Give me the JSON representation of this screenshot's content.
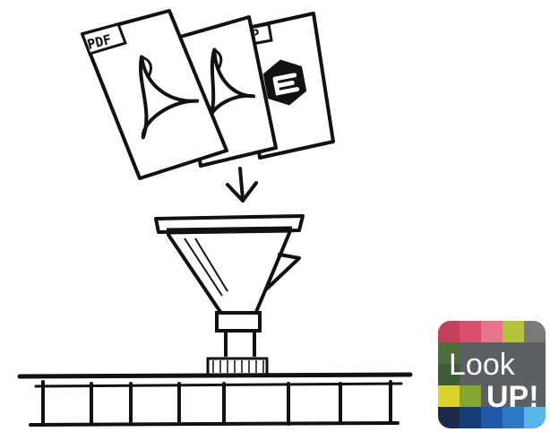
{
  "documents": [
    {
      "label": "PDF",
      "icon": "acrobat-icon"
    },
    {
      "label": "",
      "icon": "acrobat-icon"
    },
    {
      "label": "UP",
      "icon": "epub-icon"
    }
  ],
  "arrow_icon": "down-arrow-icon",
  "machine": {
    "funnel_icon": "funnel-icon",
    "conveyor_icon": "conveyor-belt-icon"
  },
  "logo": {
    "line1": "Look",
    "line2": "UP!",
    "colors": {
      "top_row": [
        "#c2405a",
        "#d94f6b",
        "#e8738c",
        "#b7c23a",
        "#7a7a7a"
      ],
      "bottom_row": [
        "#1b2a4a",
        "#123d78",
        "#1f5aa8",
        "#2f78c8",
        "#57b7e8"
      ],
      "middle": "#5b5f63",
      "accent_yellow": "#d9d32a"
    }
  }
}
